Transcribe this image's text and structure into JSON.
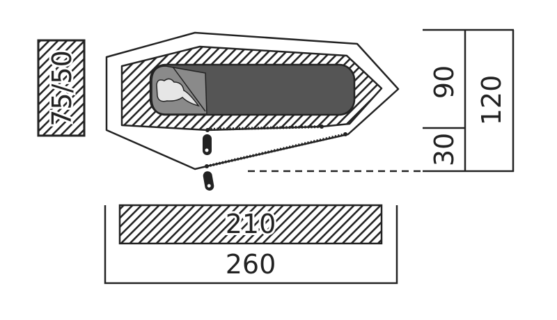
{
  "diagram": {
    "height_label": "75/50",
    "inner_width_label": "90",
    "vestibule_width_label": "30",
    "total_width_label": "120",
    "inner_length_label": "210",
    "total_length_label": "260"
  },
  "colors": {
    "line": "#222222",
    "sleeping_bag": "#555555",
    "hood": "#8a8a8a",
    "pillow": "#e6e6e6"
  }
}
